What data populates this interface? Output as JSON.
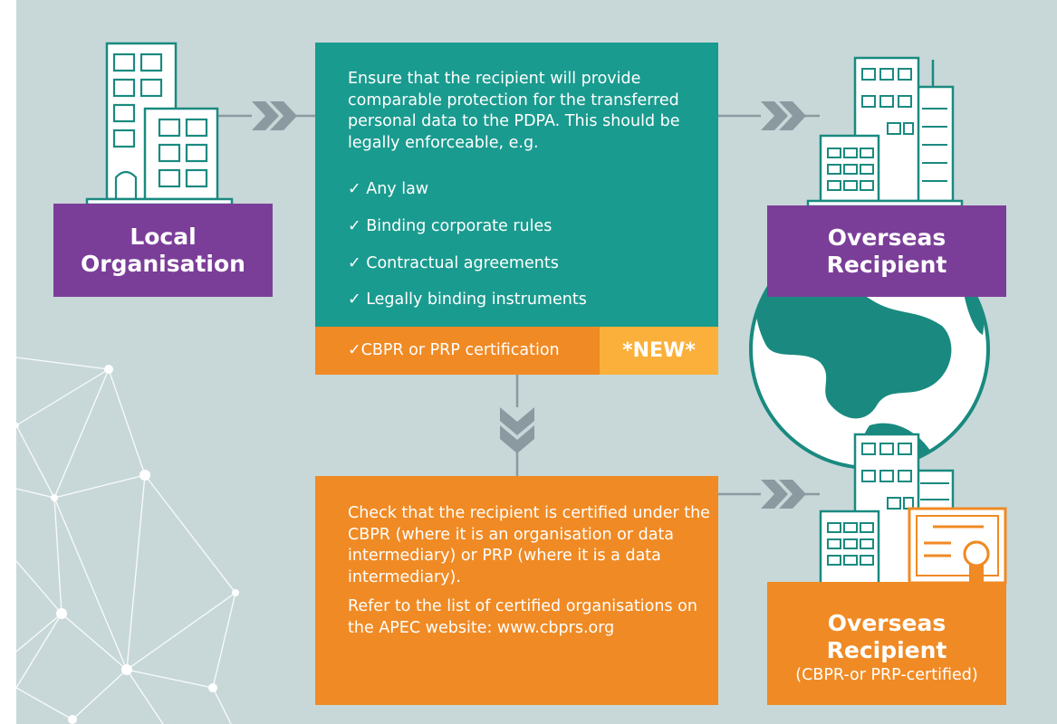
{
  "colors": {
    "background": "#c8d8d9",
    "teal": "#1a9b8f",
    "orange": "#f08a24",
    "light_orange": "#fbb03b",
    "purple": "#7b3e98",
    "arrow_gray": "#8a9aa0"
  },
  "local": {
    "label_line1": "Local",
    "label_line2": "Organisation",
    "icon": "office-building-icon"
  },
  "overseas": {
    "label_line1": "Overseas",
    "label_line2": "Recipient",
    "icon": "skyscraper-icon"
  },
  "globe_icon": "globe-icon",
  "requirements": {
    "intro": "Ensure that the recipient will provide comparable protection for the transferred personal data to the PDPA. This should be legally enforceable, e.g.",
    "items": [
      "✓ Any law",
      "✓ Binding corporate rules",
      "✓ Contractual agreements",
      "✓ Legally binding instruments"
    ],
    "cbpr_item": "✓CBPR or PRP certification",
    "new_badge": "*NEW*"
  },
  "certification_check": {
    "paragraph1": "Check that the recipient is certified under the CBPR (where it is an organisation or data intermediary) or PRP (where it is a data intermediary).",
    "paragraph2": "Refer to the list of certified organisations on the APEC website: www.cbprs.org"
  },
  "certified": {
    "label_line1": "Overseas",
    "label_line2": "Recipient",
    "label_line3": "(CBPR-or PRP-certified)",
    "icon": "certificate-icon"
  }
}
